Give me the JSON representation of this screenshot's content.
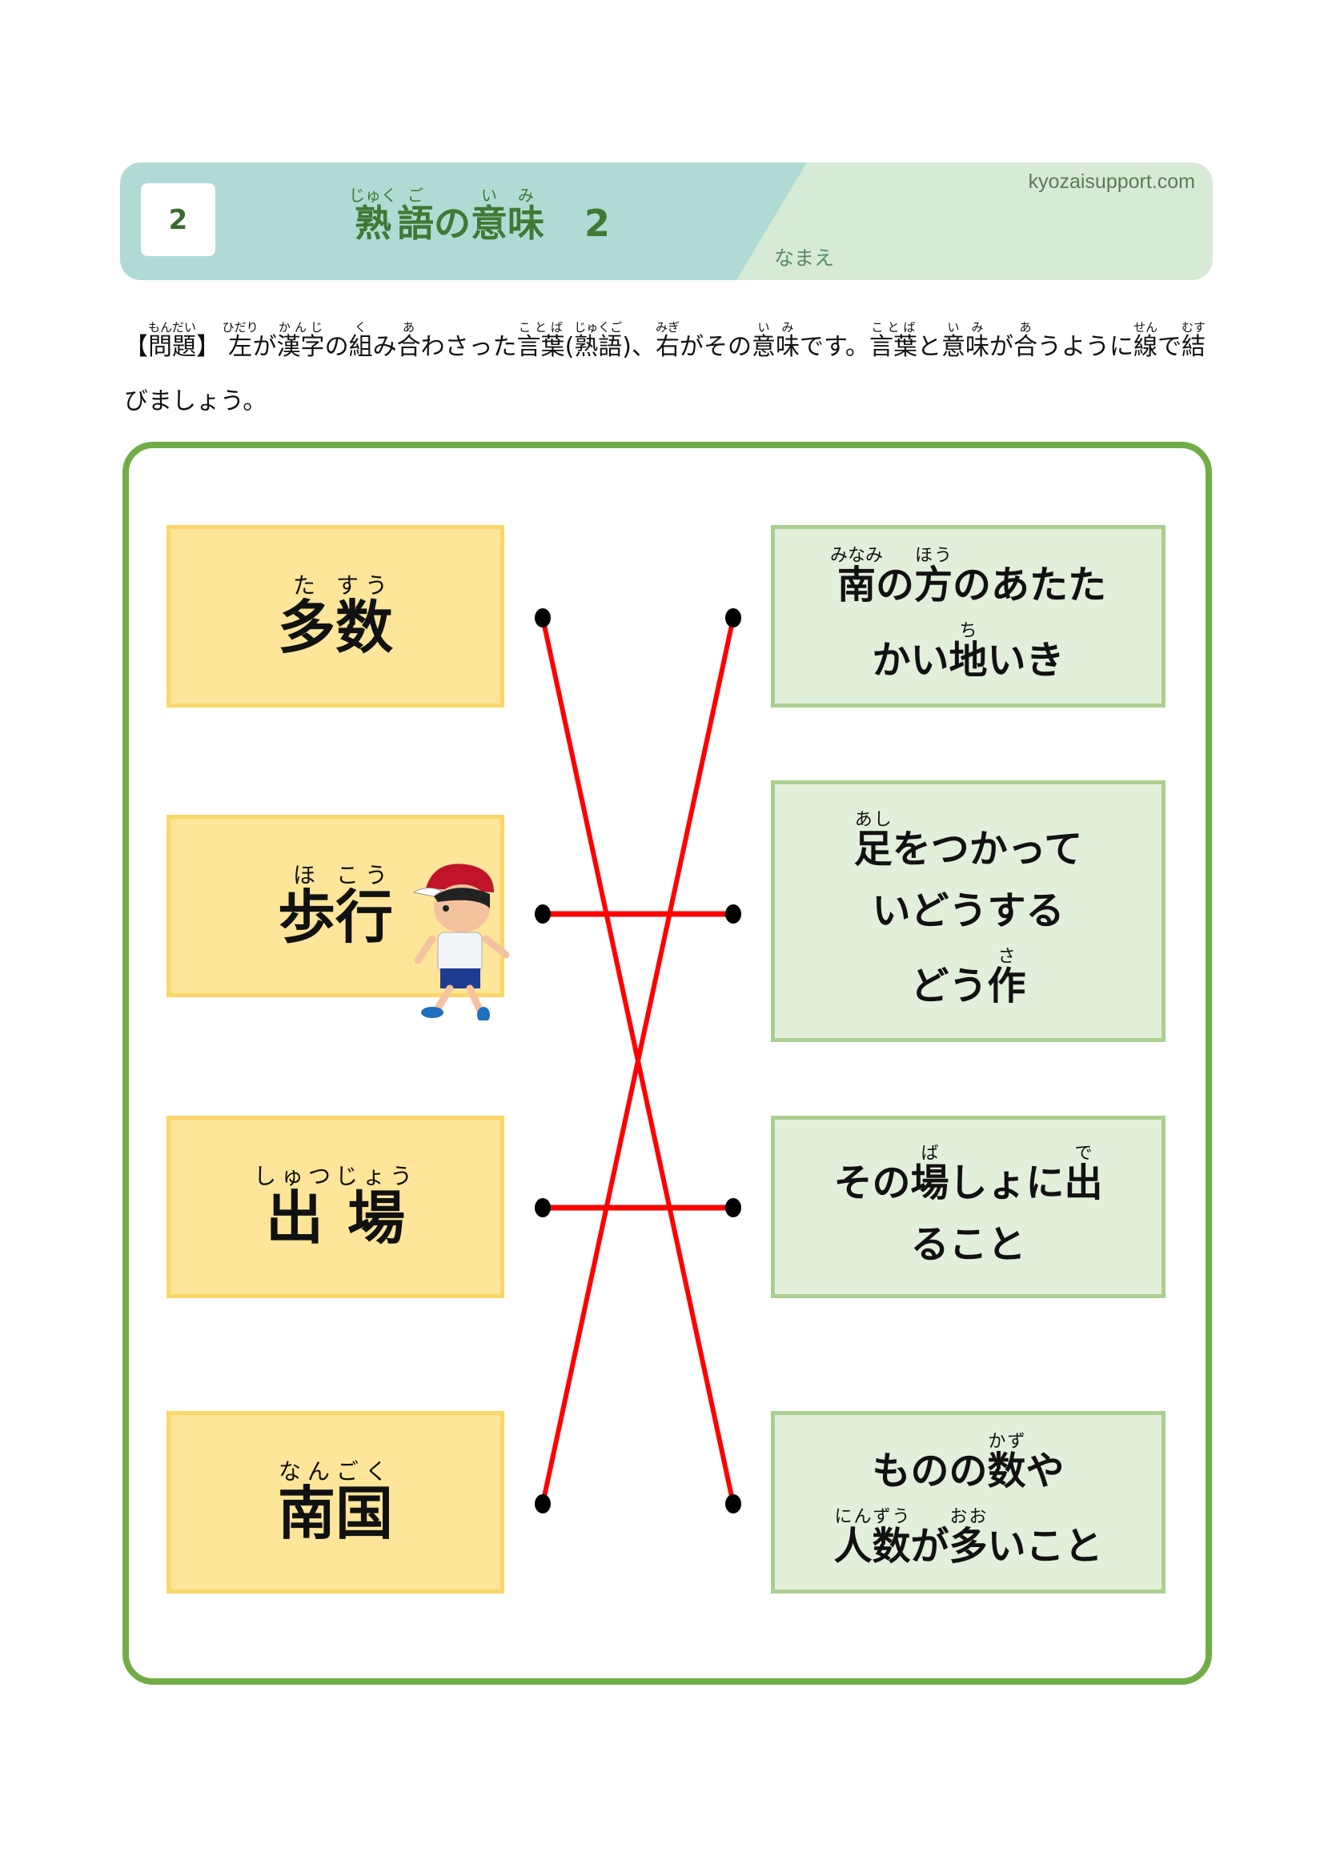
{
  "header": {
    "number": "2",
    "title": [
      {
        "t": "熟",
        "r": "じゅく"
      },
      {
        "t": "語",
        "r": "ご"
      },
      {
        "t": "の"
      },
      {
        "t": "意",
        "r": "い"
      },
      {
        "t": "味",
        "r": "み"
      }
    ],
    "title_number": "2",
    "site": "kyozaisupport.com",
    "name_label": "なまえ"
  },
  "instructions": [
    {
      "t": "【"
    },
    {
      "t": "問題",
      "r": "もんだい"
    },
    {
      "t": "】 "
    },
    {
      "t": "左",
      "r": "ひだり"
    },
    {
      "t": "が"
    },
    {
      "t": "漢字",
      "r": "かんじ"
    },
    {
      "t": "の"
    },
    {
      "t": "組",
      "r": "く"
    },
    {
      "t": "み"
    },
    {
      "t": "合",
      "r": "あ"
    },
    {
      "t": "わさった"
    },
    {
      "t": "言葉",
      "r": "ことば"
    },
    {
      "t": "("
    },
    {
      "t": "熟語",
      "r": "じゅくご"
    },
    {
      "t": ")、"
    },
    {
      "t": "右",
      "r": "みぎ"
    },
    {
      "t": "がその"
    },
    {
      "t": "意味",
      "r": "いみ"
    },
    {
      "t": "です。"
    },
    {
      "t": "言葉",
      "r": "ことば"
    },
    {
      "t": "と"
    },
    {
      "t": "意味",
      "r": "いみ"
    },
    {
      "t": "が"
    },
    {
      "t": "合",
      "r": "あ"
    },
    {
      "t": "うように"
    },
    {
      "t": "線",
      "r": "せん"
    },
    {
      "t": "で"
    },
    {
      "t": "結",
      "r": "むす"
    },
    {
      "t": "びましょう。"
    }
  ],
  "terms": [
    [
      {
        "t": "多",
        "r": "た"
      },
      {
        "t": "数",
        "r": "すう"
      }
    ],
    [
      {
        "t": "歩",
        "r": "ほ"
      },
      {
        "t": "行",
        "r": "こう"
      }
    ],
    [
      {
        "t": "出",
        "r": "しゅつ"
      },
      {
        "t": "場",
        "r": "じょう"
      }
    ],
    [
      {
        "t": "南",
        "r": "なん"
      },
      {
        "t": "国",
        "r": "ごく"
      }
    ]
  ],
  "meanings": [
    [
      [
        {
          "t": "南",
          "r": "みなみ"
        },
        {
          "t": "の"
        },
        {
          "t": "方",
          "r": "ほう"
        },
        {
          "t": "のあたた"
        }
      ],
      [
        {
          "t": "かい"
        },
        {
          "t": "地",
          "r": "ち"
        },
        {
          "t": "いき"
        }
      ]
    ],
    [
      [
        {
          "t": "足",
          "r": "あし"
        },
        {
          "t": "をつかって"
        }
      ],
      [
        {
          "t": "いどうする"
        }
      ],
      [
        {
          "t": "どう"
        },
        {
          "t": "作",
          "r": "さ"
        }
      ]
    ],
    [
      [
        {
          "t": "その"
        },
        {
          "t": "場",
          "r": "ば"
        },
        {
          "t": "しょに"
        },
        {
          "t": "出",
          "r": "で"
        }
      ],
      [
        {
          "t": "ること"
        }
      ]
    ],
    [
      [
        {
          "t": "ものの"
        },
        {
          "t": "数",
          "r": "かず"
        },
        {
          "t": "や"
        }
      ],
      [
        {
          "t": "人数",
          "r": "にんずう"
        },
        {
          "t": "が"
        },
        {
          "t": "多",
          "r": "おお"
        },
        {
          "t": "いこと"
        }
      ]
    ]
  ],
  "connections": [
    [
      0,
      3
    ],
    [
      1,
      1
    ],
    [
      2,
      2
    ],
    [
      3,
      0
    ]
  ],
  "colors": {
    "line": "#ff0000",
    "dot": "#000000",
    "term_bg": "#fde59a",
    "meaning_bg": "#e2efda",
    "frame": "#70ad47"
  }
}
